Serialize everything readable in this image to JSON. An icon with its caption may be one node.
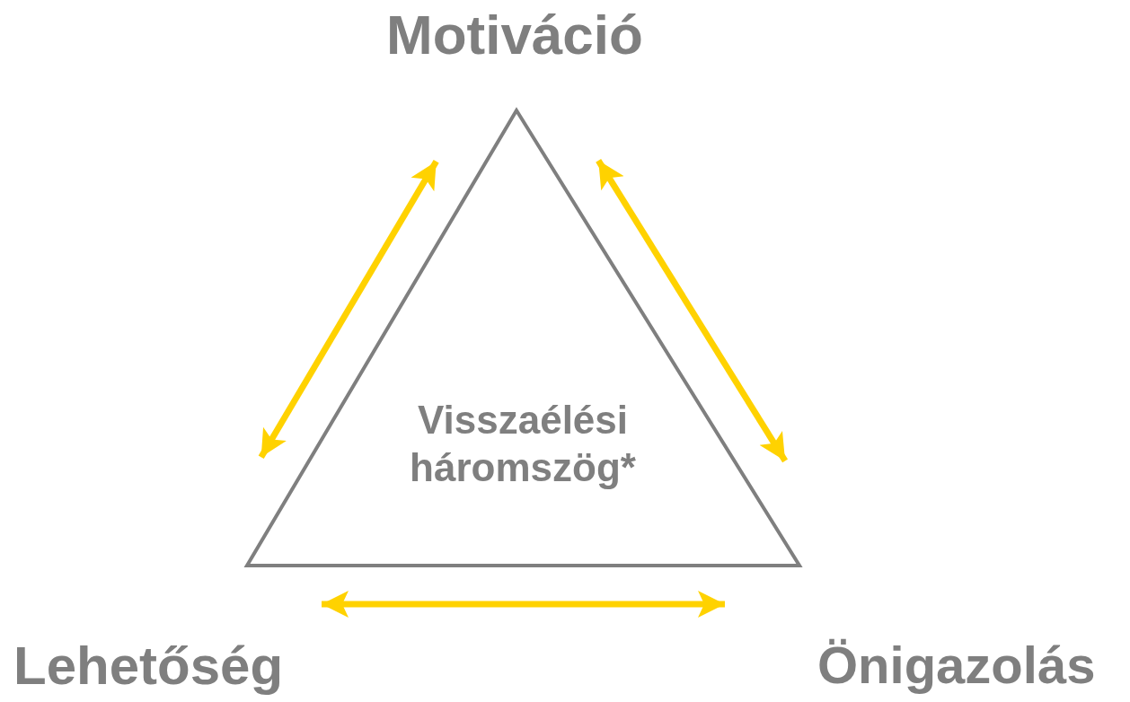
{
  "diagram": {
    "nodes": [
      {
        "text": [
          "Motiváció"
        ]
      },
      {
        "text": [
          "Lehetőség"
        ]
      },
      {
        "text": [
          "Önigazolás"
        ]
      },
      {
        "text": [
          "Visszaélési háromszög*"
        ]
      }
    ]
  }
}
